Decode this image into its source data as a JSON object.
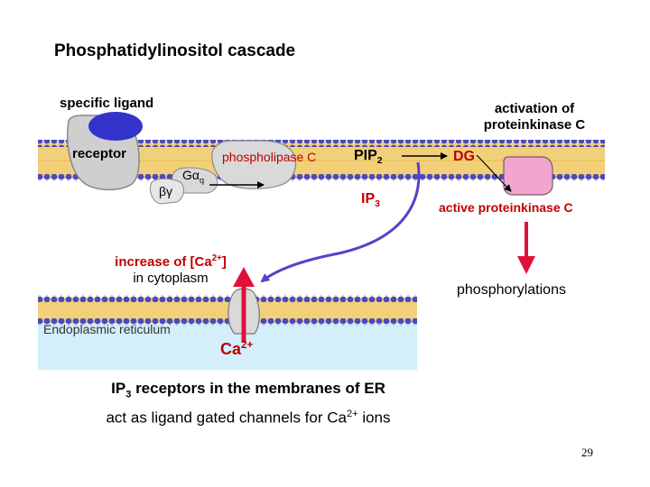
{
  "title": "Phosphatidylinositol cascade",
  "labels": {
    "specific_ligand": "specific ligand",
    "activation_line1": "activation of",
    "activation_line2": "proteinkinase C",
    "receptor": "receptor",
    "phospholipase": "phospholipase C",
    "pip_main": "PIP",
    "pip_sub": "2",
    "dg": "DG",
    "g_alpha": "Gα",
    "g_alpha_sub": "q",
    "beta_gamma": "βγ",
    "ip_main": "IP",
    "ip_sub": "3",
    "active_pkc": "active proteinkinase C",
    "increase_pre": "increase of [Ca",
    "increase_sup": "2+",
    "increase_post": "]",
    "in_cytoplasm": "in cytoplasm",
    "phosphorylations": "phosphorylations",
    "er": "Endoplasmic reticulum",
    "ca_main": "Ca",
    "ca_sup": "2+",
    "caption_line1_pre": "IP",
    "caption_line1_sub": "3",
    "caption_line1_post": " receptors in the membranes of ER",
    "caption_line2_pre": "act as ligand gated channels for Ca",
    "caption_line2_sup": "2+",
    "caption_line2_post": " ions"
  },
  "slide_number": "29",
  "colors": {
    "membrane_fill": "#f2d07a",
    "membrane_edge": "#4a4ac0",
    "er_lumen": "#d4eefb",
    "ligand": "#3333cc",
    "receptor": "#cfcfcf",
    "pkc": "#f2a6cf",
    "arrow_purple": "#5a3fc8",
    "arrow_red": "#e0103a",
    "label_red": "#c00000"
  }
}
